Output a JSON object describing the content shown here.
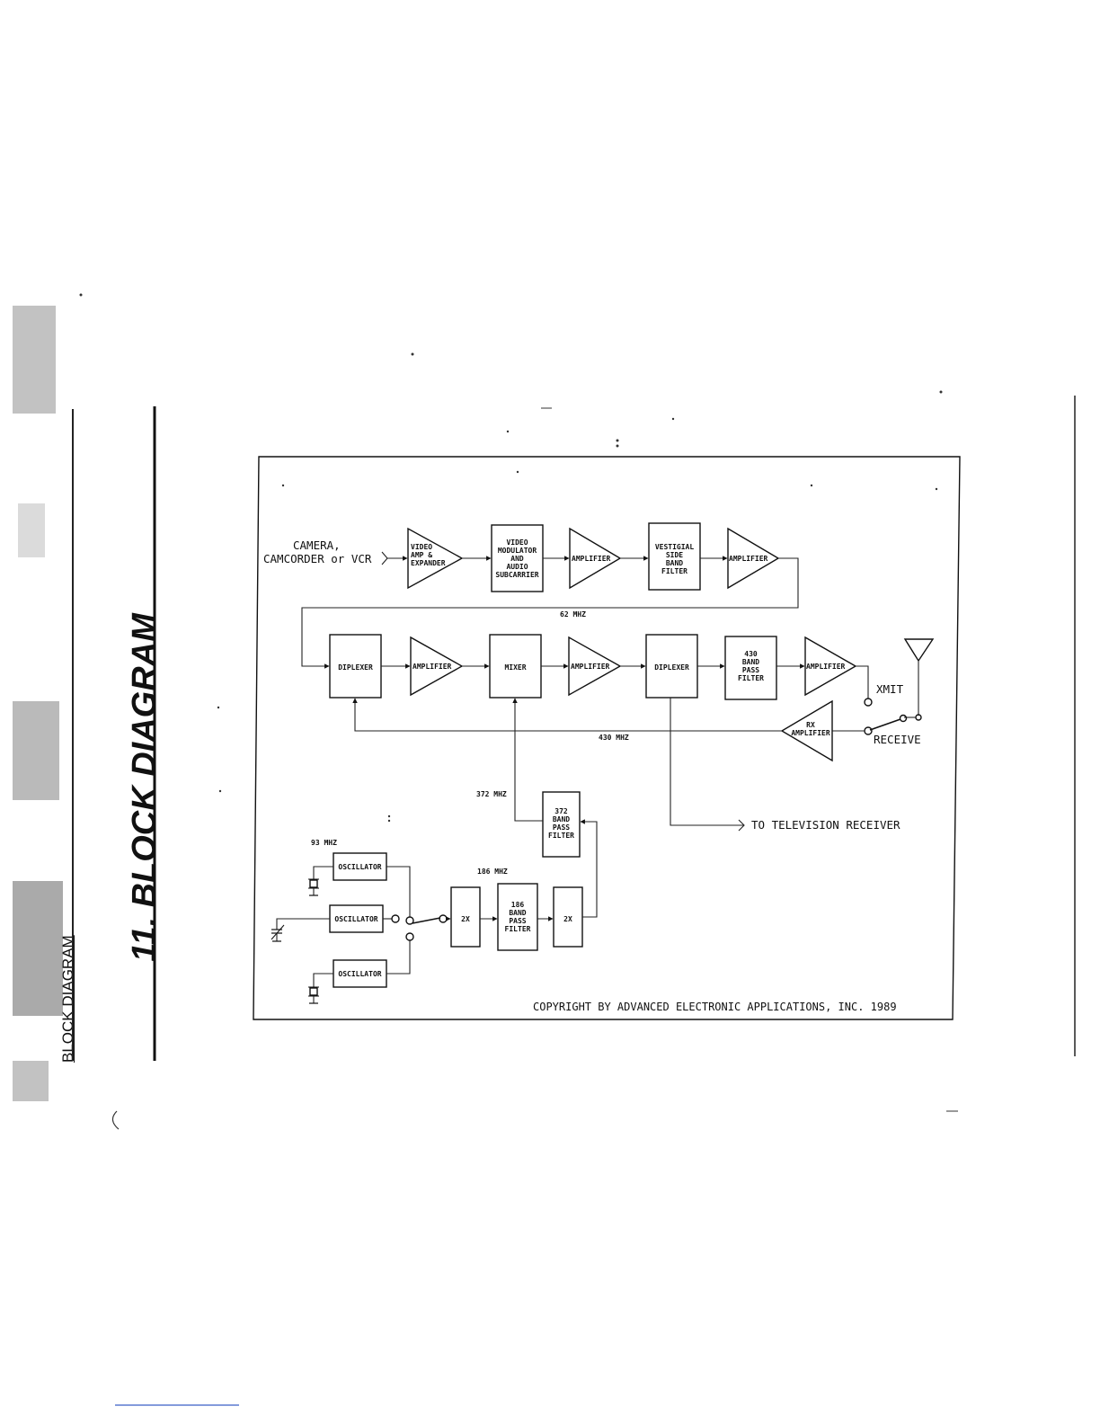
{
  "page": {
    "title": "11. BLOCK DIAGRAM",
    "side_header": "BLOCK DIAGRAM",
    "copyright": "COPYRIGHT BY ADVANCED ELECTRONIC APPLICATIONS, INC. 1989"
  },
  "diagram": {
    "input_label_1": "CAMERA,",
    "input_label_2": "CAMCORDER or VCR",
    "blocks": {
      "video_amp": [
        "VIDEO",
        "AMP &",
        "EXPANDER"
      ],
      "video_modulator": [
        "VIDEO",
        "MODULATOR",
        "AND",
        "AUDIO",
        "SUBCARRIER"
      ],
      "amplifier_1": "AMPLIFIER",
      "vsb_filter": [
        "VESTIGIAL",
        "SIDE",
        "BAND",
        "FILTER"
      ],
      "amplifier_2": "AMPLIFIER",
      "diplexer_1": "DIPLEXER",
      "amplifier_3": "AMPLIFIER",
      "mixer": "MIXER",
      "amplifier_4": "AMPLIFIER",
      "diplexer_2": "DIPLEXER",
      "filter_430": [
        "430",
        "BAND",
        "PASS",
        "FILTER"
      ],
      "amplifier_5": "AMPLIFIER",
      "rx_amplifier": [
        "RX",
        "AMPLIFIER"
      ],
      "filter_372": [
        "372",
        "BAND",
        "PASS",
        "FILTER"
      ],
      "oscillator": "OSCILLATOR",
      "doubler": "2X",
      "filter_186": [
        "186",
        "BAND",
        "PASS",
        "FILTER"
      ]
    },
    "freq_labels": {
      "f62": "62 MHZ",
      "f430": "430 MHZ",
      "f372": "372 MHZ",
      "f93": "93 MHZ",
      "f186": "186 MHZ"
    },
    "switch_labels": {
      "xmit": "XMIT",
      "receive": "RECEIVE"
    },
    "output_label": "TO TELEVISION RECEIVER"
  }
}
